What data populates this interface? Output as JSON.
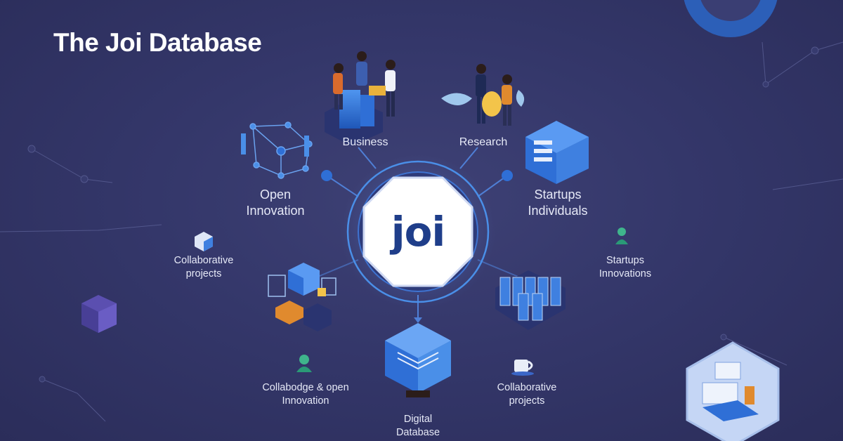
{
  "title": "The Joi Database",
  "hub": {
    "label": "joi"
  },
  "nodes": {
    "business": "Business",
    "research": "Research",
    "open_innovation": [
      "Open",
      "Innovation"
    ],
    "startups_individuals": [
      "Startups",
      "Individuals"
    ],
    "collaborative_projects_left": [
      "Collaborative",
      "projects"
    ],
    "startups_innovations": [
      "Startups",
      "Innovations"
    ],
    "collaboration_open_innovation": [
      "Collabodge & open",
      "Innovation"
    ],
    "collaborative_projects_right": [
      "Collaborative",
      "projects"
    ],
    "digital_database": [
      "Digital",
      "Database"
    ]
  },
  "colors": {
    "background": "#34376a",
    "accent": "#2f6fd6",
    "hub_ring": "#4a8fe8",
    "hub_text": "#1f3e8a"
  },
  "icons": [
    "people-team-icon",
    "people-research-icon",
    "network-icon",
    "server-stack-icon",
    "cube-icon",
    "database-cylinders-icon",
    "person-icon",
    "cup-icon",
    "document-hexagon-icon"
  ]
}
